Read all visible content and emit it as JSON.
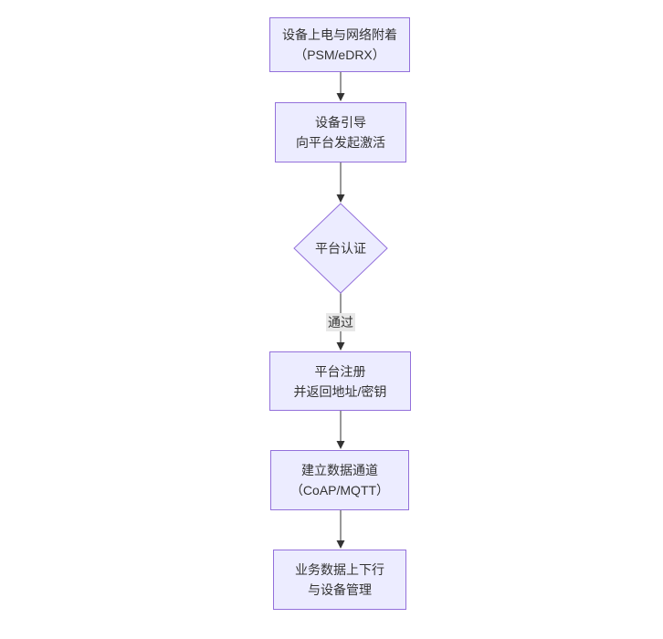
{
  "diagram": {
    "type": "flowchart-top-down",
    "nodes": {
      "power_attach": {
        "line1": "设备上电与网络附着",
        "line2": "（PSM/eDRX）"
      },
      "bootstrap": {
        "line1": "设备引导",
        "line2": "向平台发起激活"
      },
      "auth": {
        "label": "平台认证"
      },
      "register": {
        "line1": "平台注册",
        "line2": "并返回地址/密钥"
      },
      "channel": {
        "line1": "建立数据通道",
        "line2": "（CoAP/MQTT）"
      },
      "business": {
        "line1": "业务数据上下行",
        "line2": "与设备管理"
      }
    },
    "edge_labels": {
      "auth_pass": "通过"
    }
  },
  "colors": {
    "node_fill": "#ECECFF",
    "node_border": "#9370DB",
    "text_color": "#333333",
    "edge_color": "#333333",
    "edge_label_bg": "#e8e8e8",
    "canvas_bg": "#ffffff"
  }
}
